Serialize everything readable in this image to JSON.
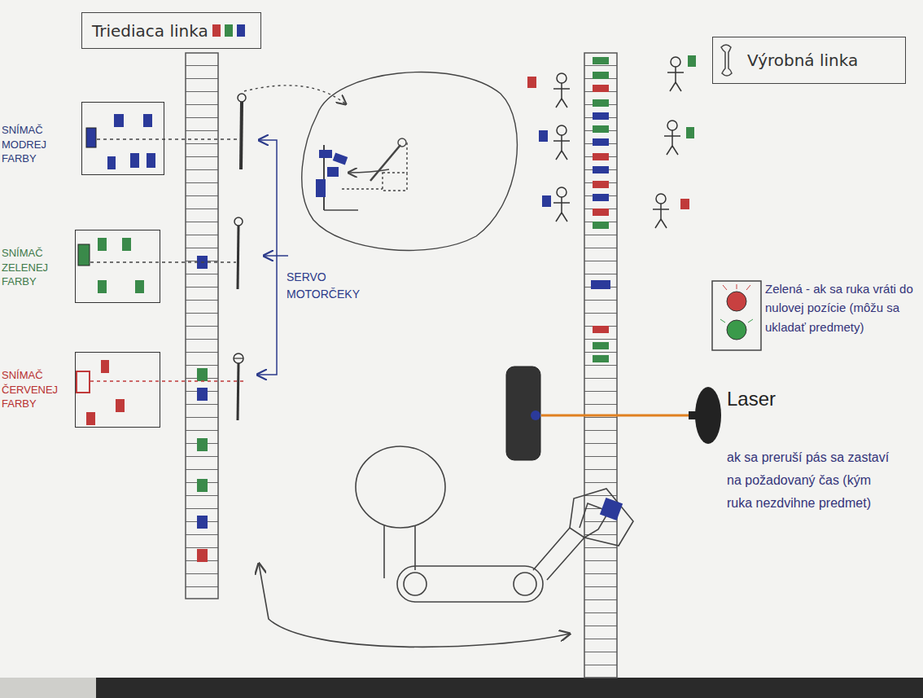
{
  "diagram": {
    "nodes": [
      {
        "text": [
          "Triediaca linka"
        ]
      },
      {
        "text": [
          "Výrobná linka"
        ]
      },
      {
        "text": [
          "SNÍMAČ MODREJ FARBY"
        ]
      },
      {
        "text": [
          "SNÍMAČ ZELENEJ FARBY"
        ]
      },
      {
        "text": [
          "SNÍMAČ ČERVENEJ FARBY"
        ]
      }
    ],
    "labels": [
      "SERVO MOTORČEKY",
      "Zelená - ak sa ruka vráti do nulovej pozície (môžu sa ukladať predmety)",
      "Laser",
      "ak sa preruší pás sa zastaví na požadovaný čas (kým ruka nezdvihne predmet)"
    ]
  }
}
